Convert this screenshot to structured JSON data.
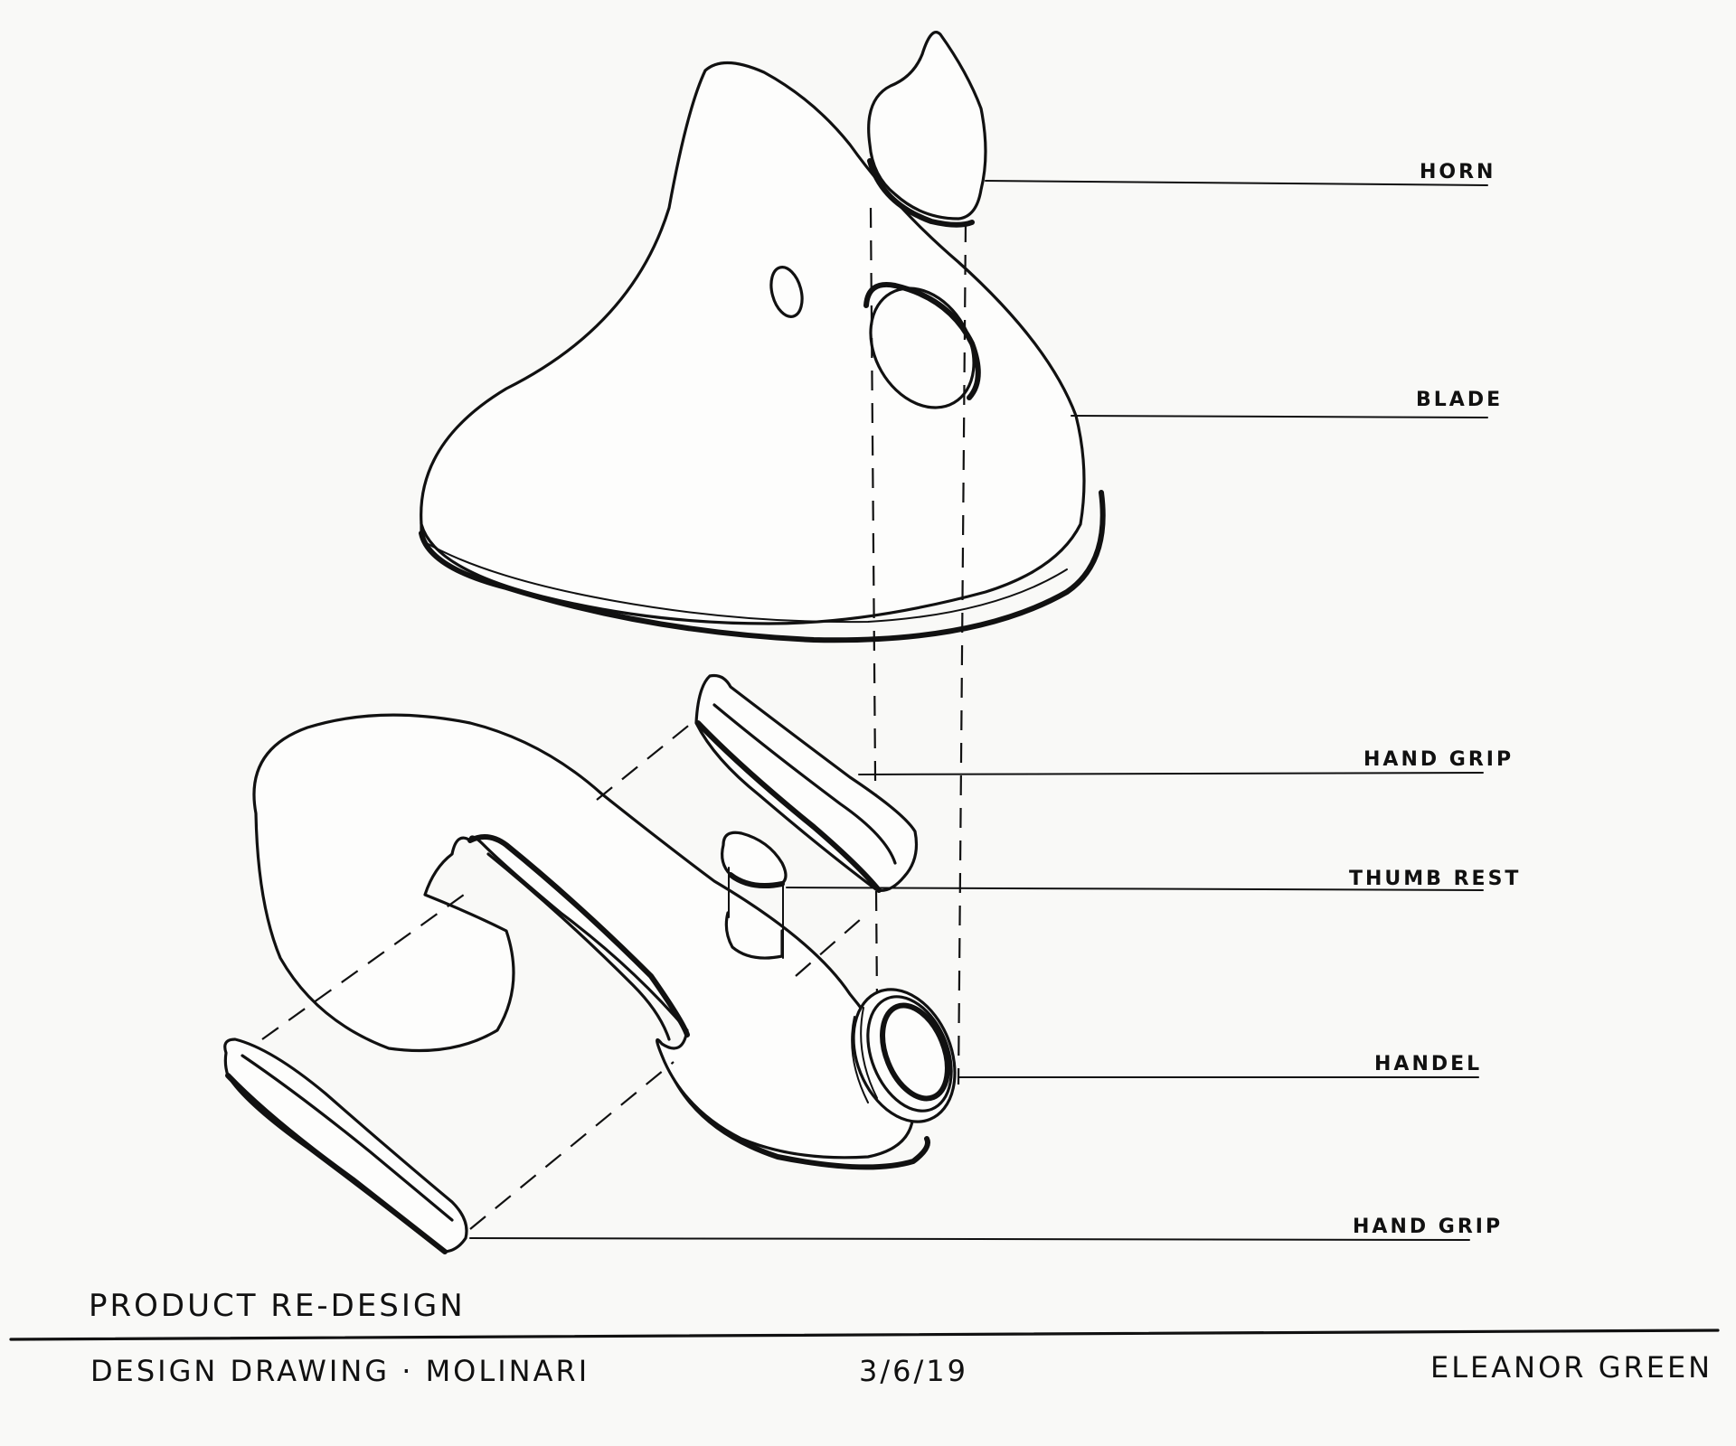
{
  "callouts": {
    "horn": "HORN",
    "blade": "BLADE",
    "hand_grip_top": "HAND GRIP",
    "thumb_rest": "THUMB REST",
    "handel": "HANDEL",
    "hand_grip_bottom": "HAND GRIP"
  },
  "title_block": {
    "title": "PRODUCT RE-DESIGN",
    "subtitle": "DESIGN DRAWING · MOLINARI",
    "date": "3/6/19",
    "author": "ELEANOR GREEN"
  }
}
